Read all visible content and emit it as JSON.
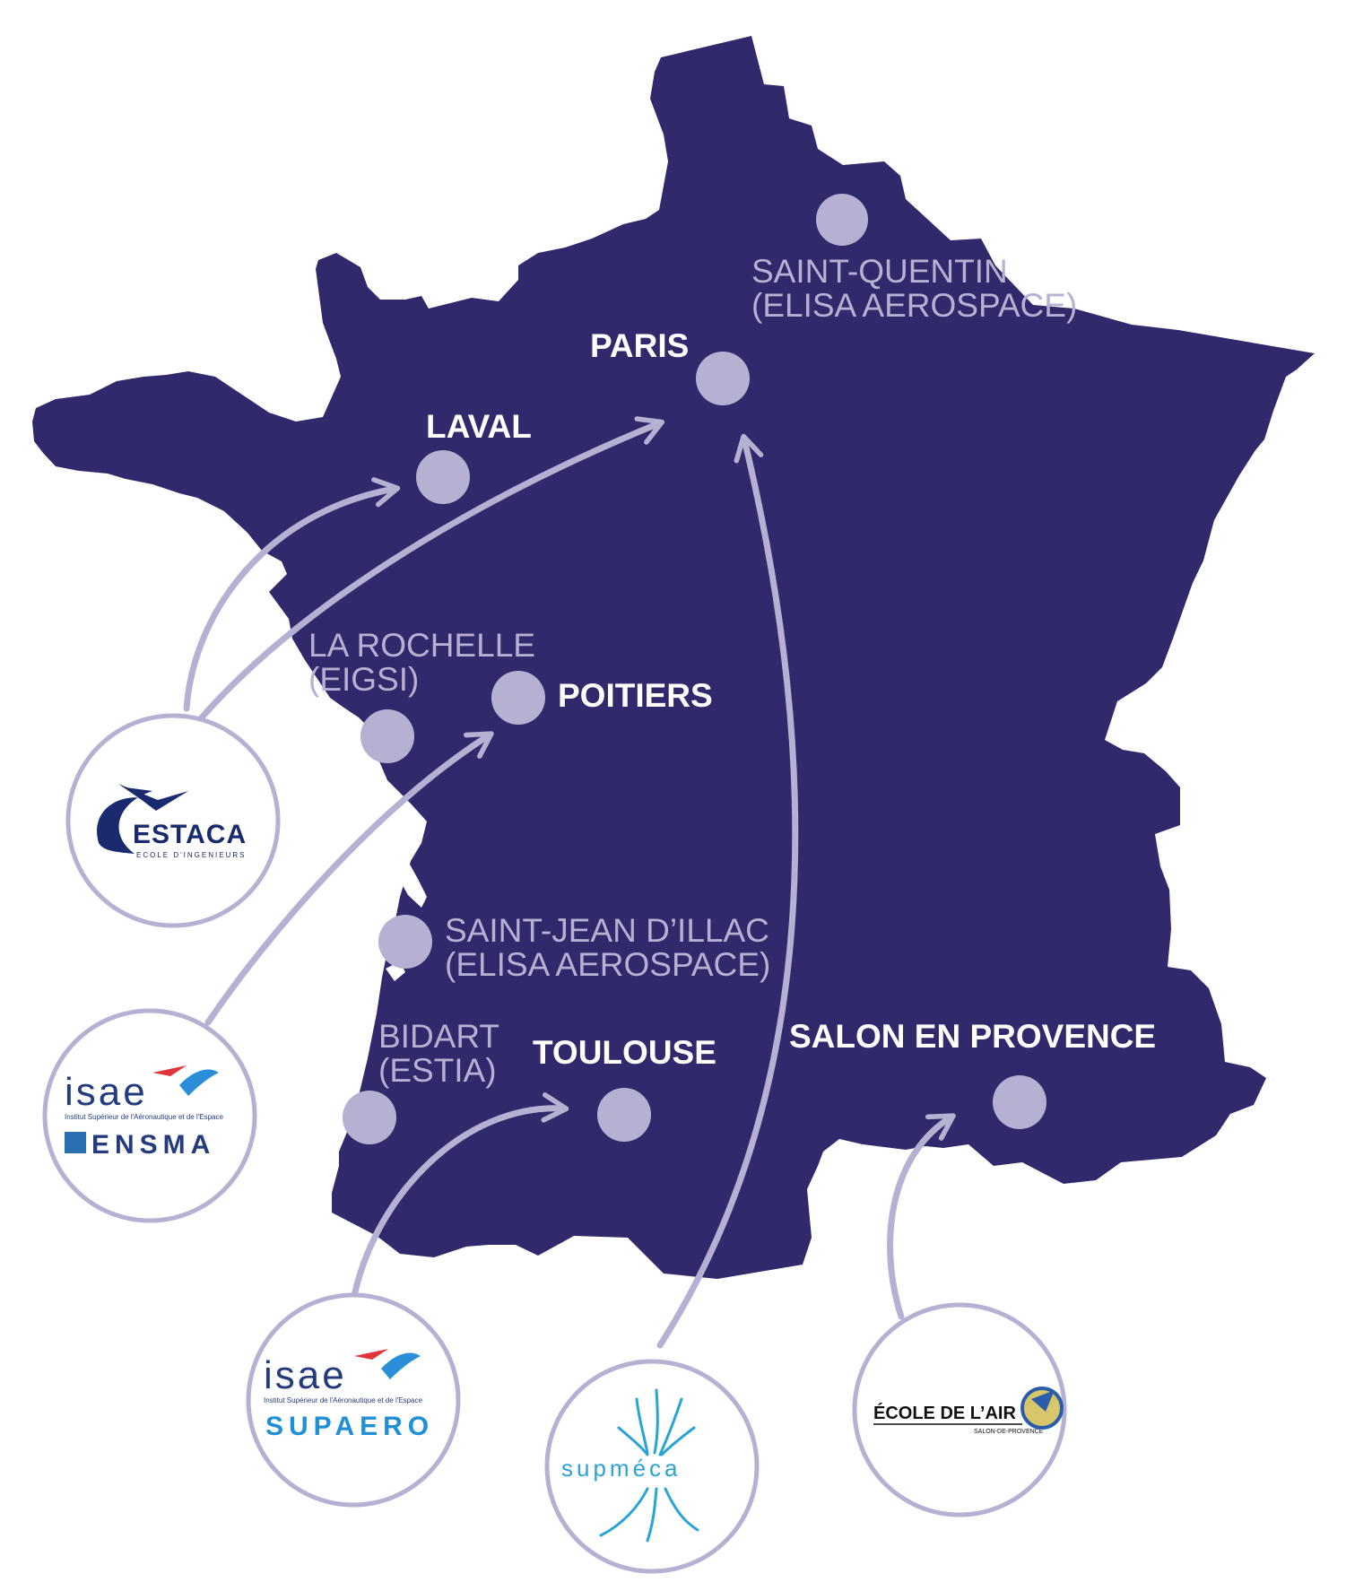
{
  "map": {
    "country_color": "#302a6c",
    "dot_color": "#b6b0d3",
    "arrow_color": "#b6b0d3",
    "major_label_color": "#ffffff",
    "minor_label_color": "#b6b0d3"
  },
  "cities": {
    "paris": {
      "lines": [
        "PARIS"
      ]
    },
    "laval": {
      "lines": [
        "LAVAL"
      ]
    },
    "poitiers": {
      "lines": [
        "POITIERS"
      ]
    },
    "toulouse": {
      "lines": [
        "TOULOUSE"
      ]
    },
    "salon": {
      "lines": [
        "SALON EN PROVENCE"
      ]
    },
    "saint_quentin": {
      "lines": [
        "SAINT-QUENTIN",
        "(ELISA AEROSPACE)"
      ]
    },
    "la_rochelle": {
      "lines": [
        "LA ROCHELLE",
        "(EIGSI)"
      ]
    },
    "saint_jean": {
      "lines": [
        "SAINT-JEAN D’ILLAC",
        "(ELISA AEROSPACE)"
      ]
    },
    "bidart": {
      "lines": [
        "BIDART",
        "(ESTIA)"
      ]
    }
  },
  "schools": {
    "estaca": {
      "name": "ESTACA",
      "subtitle": "ECOLE D'INGENIEURS",
      "color": "#1a2a6e"
    },
    "isae_ensma": {
      "name": "isae",
      "tagline": "Institut Supérieur de l'Aéronautique et de l'Espace",
      "suffix": "ENSMA",
      "color": "#243c7e"
    },
    "isae_supaero": {
      "name": "isae",
      "tagline": "Institut Supérieur de l'Aéronautique et de l'Espace",
      "suffix": "SUPAERO",
      "color": "#243c7e",
      "suffix_color": "#1f8fd6"
    },
    "supmeca": {
      "name": "supméca",
      "color": "#2aa3d6"
    },
    "ecole_air": {
      "name": "ÉCOLE DE L’AIR",
      "subtitle": "SALON-DE-PROVENCE",
      "color": "#111111"
    }
  }
}
